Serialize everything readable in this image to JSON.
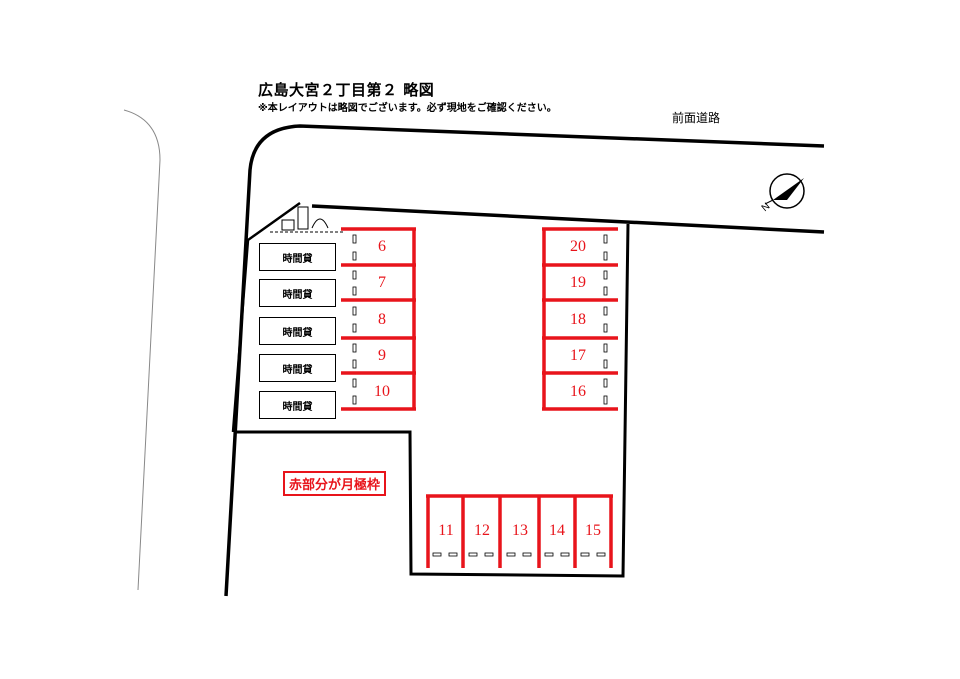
{
  "header": {
    "title": "広島大宮２丁目第２ 略図",
    "note": "※本レイアウトは略図でございます。必ず現地をご確認ください。"
  },
  "road_label": "前面道路",
  "compass_label": "N",
  "hourly_label": "時間貸",
  "legend": "赤部分が月極枠",
  "accent_color": "#e8141b",
  "slots_left": [
    "6",
    "7",
    "8",
    "9",
    "10"
  ],
  "slots_right": [
    "20",
    "19",
    "18",
    "17",
    "16"
  ],
  "slots_bottom": [
    "11",
    "12",
    "13",
    "14",
    "15"
  ]
}
